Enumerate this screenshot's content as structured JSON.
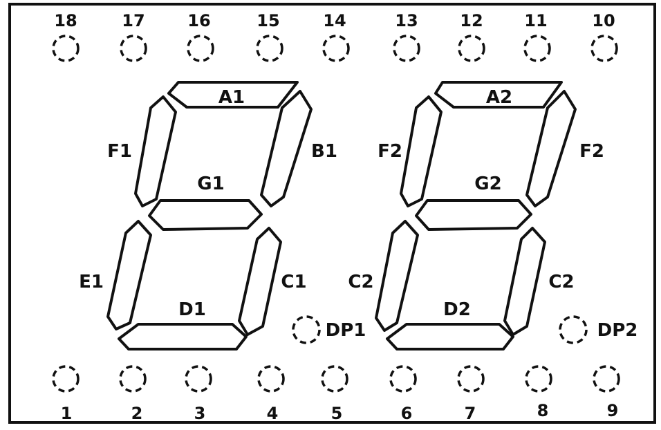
{
  "diagram": {
    "pins_top": [
      "18",
      "17",
      "16",
      "15",
      "14",
      "13",
      "12",
      "11",
      "10"
    ],
    "pins_bottom": [
      "1",
      "2",
      "3",
      "4",
      "5",
      "6",
      "7",
      "8",
      "9"
    ],
    "digit1": {
      "a": "A1",
      "b": "B1",
      "c": "C1",
      "d": "D1",
      "e": "E1",
      "f": "F1",
      "g": "G1",
      "dp": "DP1"
    },
    "digit2": {
      "a": "A2",
      "b": "F2",
      "c": "C2",
      "d": "D2",
      "e": "C2",
      "f": "F2",
      "g": "G2",
      "dp": "DP2"
    },
    "colors": {
      "ink": "#111111",
      "background": "#ffffff"
    }
  }
}
